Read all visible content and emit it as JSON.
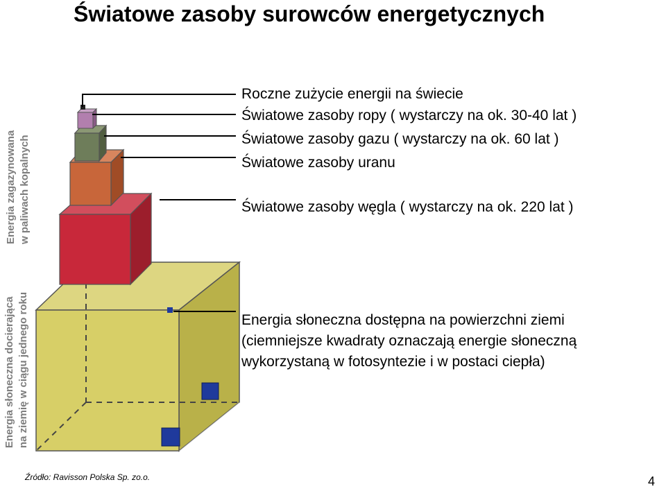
{
  "title": "Światowe zasoby surowców energetycznych",
  "vertical_labels": {
    "fossil": [
      "Energia zagazynowana",
      "w paliwach kopalnych"
    ],
    "solar": [
      "Energia słoneczna docierająca",
      "na ziemię w ciągu jednego roku"
    ]
  },
  "labels": {
    "annual_consumption": "Roczne zużycie energii na świecie",
    "oil": "Światowe zasoby ropy ( wystarczy na ok. 30-40 lat )",
    "gas": "Światowe zasoby gazu ( wystarczy na ok. 60 lat )",
    "uranium": "Światowe zasoby uranu",
    "coal": "Światowe zasoby węgla ( wystarczy na ok. 220 lat )"
  },
  "solar_description": [
    "Energia słoneczna dostępna na powierzchni ziemi",
    "(ciemniejsze kwadraty oznaczają energie słoneczną",
    "wykorzystaną w fotosyntezie i w postaci ciepła)"
  ],
  "source": "Źródło: Ravisson Polska Sp. zo.o.",
  "page_number": "4",
  "colors": {
    "solar_cube": "#d7cf67",
    "coal_cube": "#c8283a",
    "uranium_cube": "#c8663a",
    "gas_cube": "#6e7d5a",
    "oil_cube": "#b27fae",
    "dark_squares": "#1f3a9c"
  }
}
